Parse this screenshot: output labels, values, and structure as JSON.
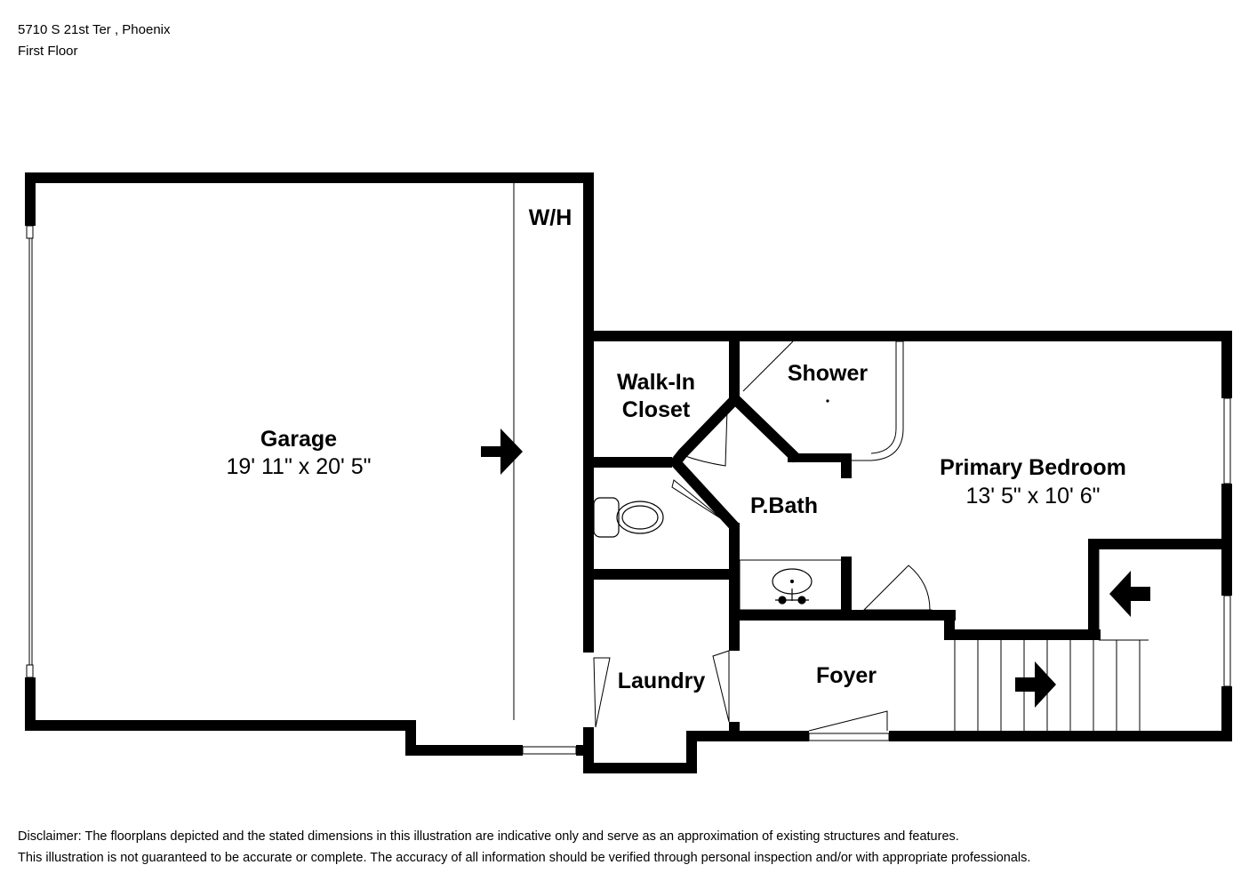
{
  "header": {
    "address": "5710 S 21st Ter , Phoenix",
    "floor": "First Floor"
  },
  "rooms": {
    "garage": {
      "name": "Garage",
      "dimensions": "19' 11\" x 20' 5\""
    },
    "water_heater": {
      "name": "W/H"
    },
    "walk_in_closet": {
      "name_line1": "Walk-In",
      "name_line2": "Closet"
    },
    "shower": {
      "name": "Shower"
    },
    "primary_bedroom": {
      "name": "Primary Bedroom",
      "dimensions": "13' 5\" x 10' 6\""
    },
    "primary_bath": {
      "name": "P.Bath"
    },
    "laundry": {
      "name": "Laundry"
    },
    "foyer": {
      "name": "Foyer"
    }
  },
  "disclaimer": {
    "line1": "Disclaimer: The floorplans depicted and the stated dimensions in this illustration are indicative only and serve as an approximation of existing structures and features.",
    "line2": "This illustration is not guaranteed to be accurate or complete. The accuracy of all information should be verified through personal inspection and/or with appropriate professionals."
  }
}
